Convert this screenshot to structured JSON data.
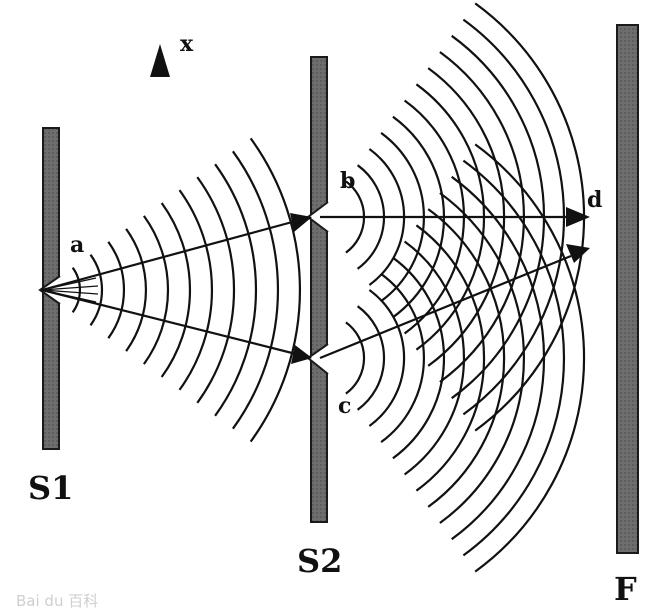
{
  "labels": {
    "axis": "x",
    "a": "a",
    "b": "b",
    "c": "c",
    "d": "d",
    "s1": "S1",
    "s2": "S2",
    "f": "F"
  },
  "watermark": "Bai du 百科",
  "colors": {
    "barrier_fill": "#6e6e6e",
    "ink": "#111111",
    "background": "#ffffff"
  },
  "icons": {
    "axis_arrow": "triangle-up-icon"
  }
}
